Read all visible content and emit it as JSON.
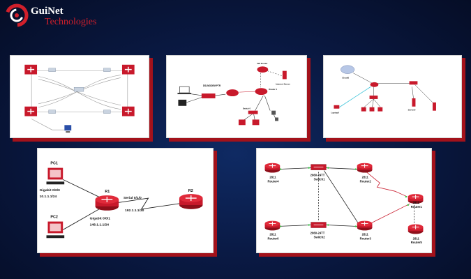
{
  "brand": {
    "name_line1": "GuiNet",
    "name_line2": "Technologies"
  },
  "colors": {
    "background": "#0a1a45",
    "accent": "#d11f2b",
    "card_shadow": "#a3121b"
  },
  "diagram1": {
    "icons": [
      "router-icon",
      "switch-icon",
      "pc-icon"
    ]
  },
  "diagram2": {
    "labels": {
      "isp_router": "ISP Router",
      "internet_server": "Internet Server",
      "dsl_modem": "DSLMODEM PTR",
      "router": "Router 1",
      "switch": "Switch 0"
    }
  },
  "diagram3": {
    "cloud_label": "Cloud0",
    "laptop_label": "Laptop0",
    "server_label": "Server0"
  },
  "diagram4": {
    "pc1": "PC1",
    "pc2": "PC2",
    "r1": "R1",
    "r2": "R2",
    "g000_line1": "Gigabit 0/0/0",
    "g000_line2": "10.1.1.1/24",
    "g001_line1": "Gigabit 0/0/1",
    "g001_line2": "148.1.1.1/24",
    "serial_line1": "Serial 0/1/0",
    "serial_line2": "192.1.1.1/30"
  },
  "diagram5": {
    "router4_model": "2811",
    "router4_name": "Router4",
    "switch1_model": "2960-24TT",
    "switch1_name": "Switch1",
    "router2_model": "2811",
    "router2_name": "Router2",
    "router1_model": "2811",
    "router1_name": "Router1",
    "router5_model": "2811",
    "router5_name": "Router5",
    "router0_model": "2811",
    "router0_name": "Router0",
    "switch2_model": "2960-24TT",
    "switch2_name": "Switch2",
    "router3_model": "2811",
    "router3_name": "Router3"
  }
}
